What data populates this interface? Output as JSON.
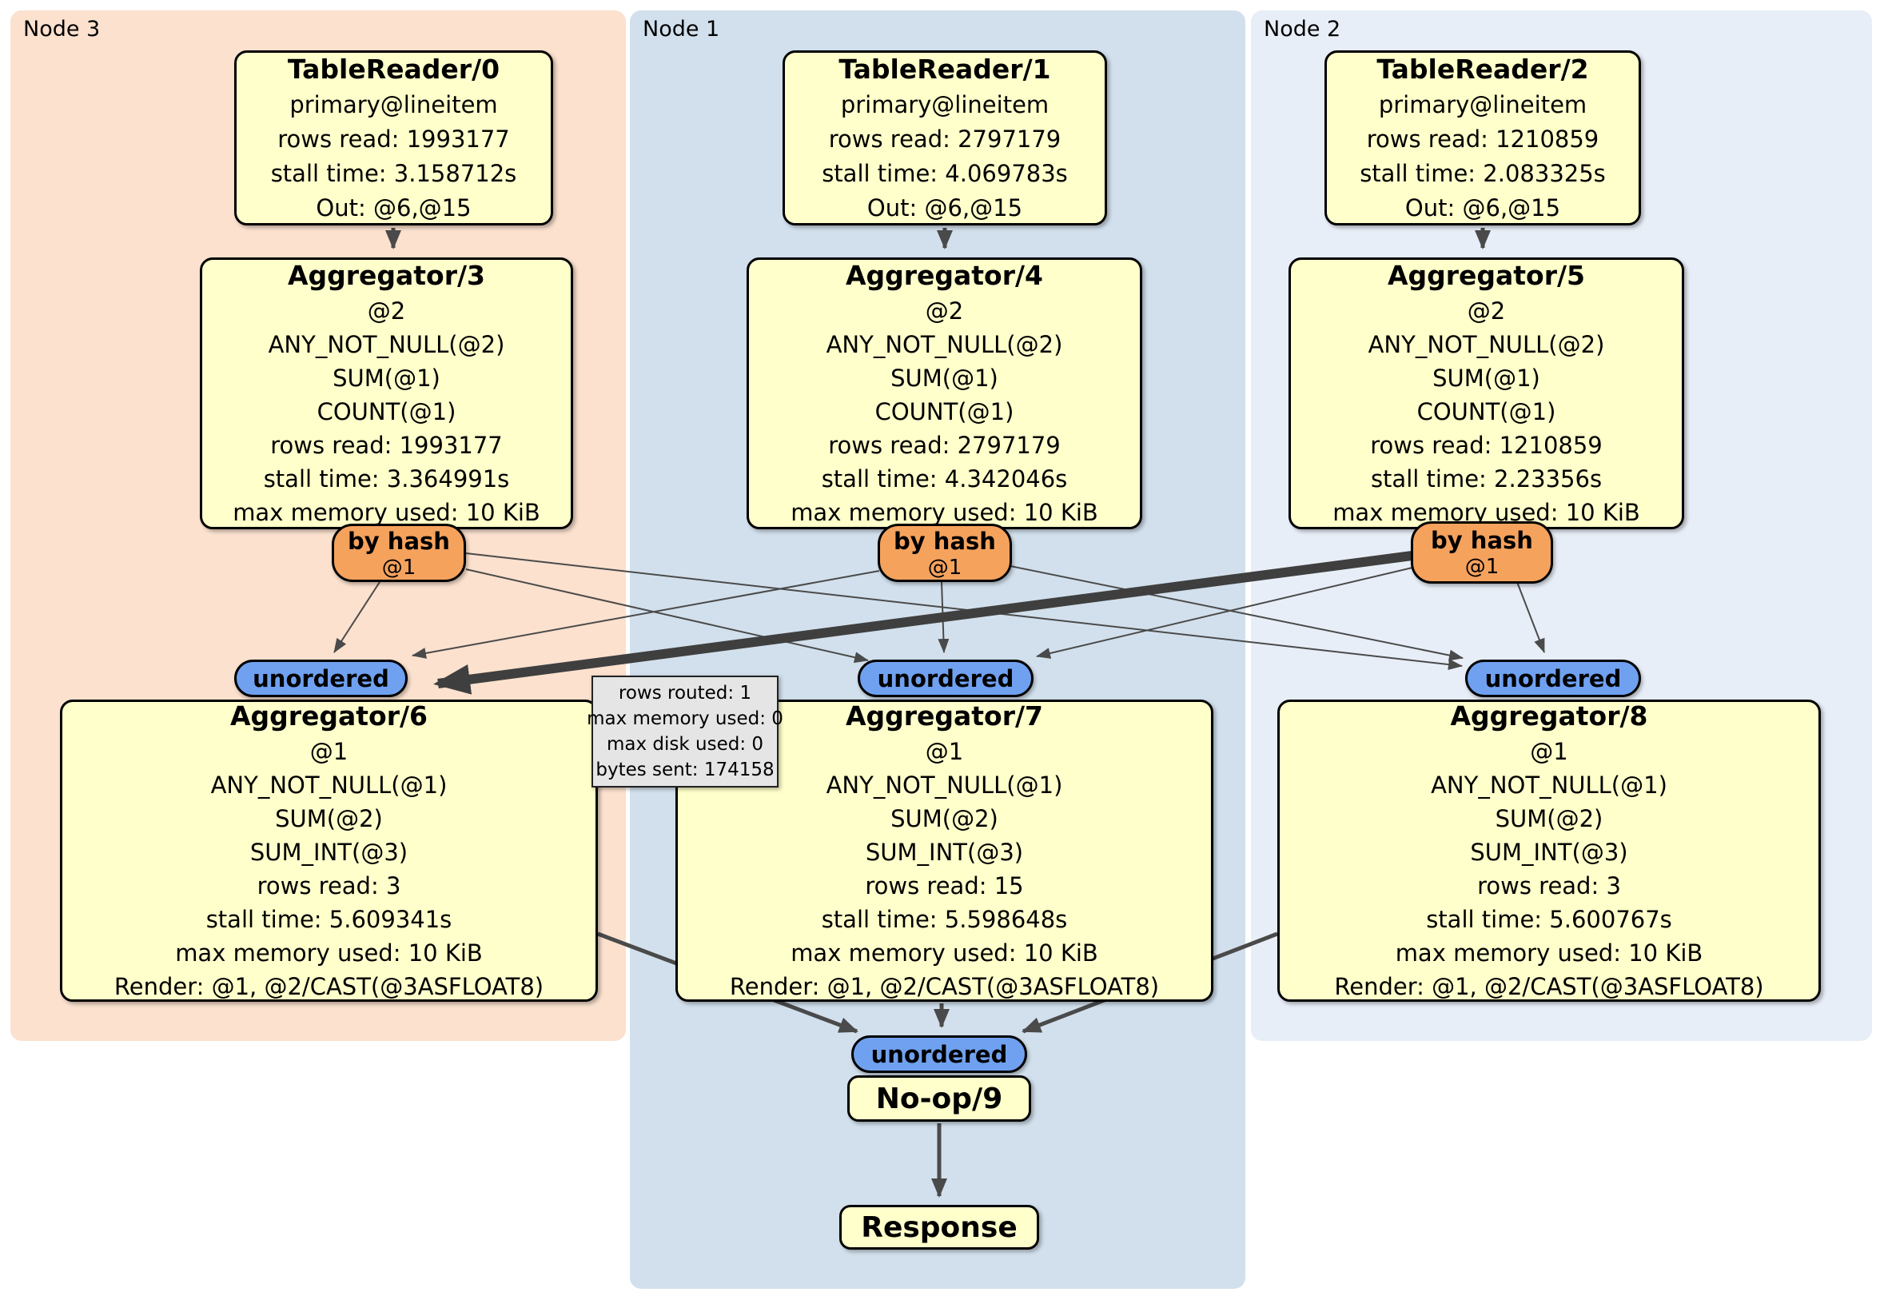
{
  "panels": {
    "node3": {
      "label": "Node 3"
    },
    "node1": {
      "label": "Node 1"
    },
    "node2": {
      "label": "Node 2"
    }
  },
  "nodes": {
    "tr0": {
      "title": "TableReader/0",
      "lines": [
        "primary@lineitem",
        "rows read: 1993177",
        "stall time: 3.158712s",
        "Out: @6,@15"
      ]
    },
    "tr1": {
      "title": "TableReader/1",
      "lines": [
        "primary@lineitem",
        "rows read: 2797179",
        "stall time: 4.069783s",
        "Out: @6,@15"
      ]
    },
    "tr2": {
      "title": "TableReader/2",
      "lines": [
        "primary@lineitem",
        "rows read: 1210859",
        "stall time: 2.083325s",
        "Out: @6,@15"
      ]
    },
    "agg3": {
      "title": "Aggregator/3",
      "lines": [
        "@2",
        "ANY_NOT_NULL(@2)",
        "SUM(@1)",
        "COUNT(@1)",
        "rows read: 1993177",
        "stall time: 3.364991s",
        "max memory used: 10 KiB"
      ]
    },
    "agg4": {
      "title": "Aggregator/4",
      "lines": [
        "@2",
        "ANY_NOT_NULL(@2)",
        "SUM(@1)",
        "COUNT(@1)",
        "rows read: 2797179",
        "stall time: 4.342046s",
        "max memory used: 10 KiB"
      ]
    },
    "agg5": {
      "title": "Aggregator/5",
      "lines": [
        "@2",
        "ANY_NOT_NULL(@2)",
        "SUM(@1)",
        "COUNT(@1)",
        "rows read: 1210859",
        "stall time: 2.23356s",
        "max memory used: 10 KiB"
      ]
    },
    "agg6": {
      "title": "Aggregator/6",
      "lines": [
        "@1",
        "ANY_NOT_NULL(@1)",
        "SUM(@2)",
        "SUM_INT(@3)",
        "rows read: 3",
        "stall time: 5.609341s",
        "max memory used: 10 KiB",
        "Render: @1, @2/CAST(@3ASFLOAT8)"
      ]
    },
    "agg7": {
      "title": "Aggregator/7",
      "lines": [
        "@1",
        "ANY_NOT_NULL(@1)",
        "SUM(@2)",
        "SUM_INT(@3)",
        "rows read: 15",
        "stall time: 5.598648s",
        "max memory used: 10 KiB",
        "Render: @1, @2/CAST(@3ASFLOAT8)"
      ]
    },
    "agg8": {
      "title": "Aggregator/8",
      "lines": [
        "@1",
        "ANY_NOT_NULL(@1)",
        "SUM(@2)",
        "SUM_INT(@3)",
        "rows read: 3",
        "stall time: 5.600767s",
        "max memory used: 10 KiB",
        "Render: @1, @2/CAST(@3ASFLOAT8)"
      ]
    },
    "noop": {
      "title": "No-op/9"
    },
    "response": {
      "title": "Response"
    }
  },
  "routers": {
    "hash1": {
      "label": "by hash",
      "sub": "@1"
    },
    "hash2": {
      "label": "by hash",
      "sub": "@1"
    },
    "hash3": {
      "label": "by hash",
      "sub": "@1"
    },
    "unordered1": {
      "label": "unordered"
    },
    "unordered2": {
      "label": "unordered"
    },
    "unordered3": {
      "label": "unordered"
    },
    "unordered4": {
      "label": "unordered"
    }
  },
  "tooltip": {
    "lines": [
      "rows routed: 1",
      "max memory used: 0",
      "max disk used: 0",
      "bytes sent: 174158"
    ]
  },
  "colors": {
    "node3_bg": "#fbe1ce",
    "node1_bg": "#d2e0ed",
    "node2_bg": "#e8eef7",
    "node_fill": "#ffffcb",
    "hash_fill": "#f5a25d",
    "unordered_fill": "#70a1f0",
    "tooltip_fill": "#e5e5e5",
    "edge": "#4a4a4a"
  }
}
